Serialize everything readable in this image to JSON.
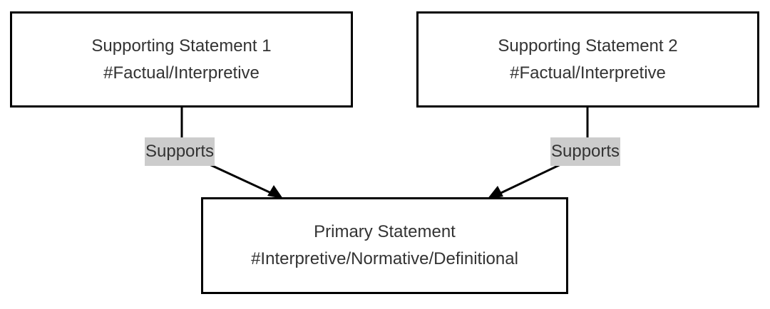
{
  "nodes": {
    "support1": {
      "title": "Supporting Statement 1",
      "tag": "#Factual/Interpretive"
    },
    "support2": {
      "title": "Supporting Statement 2",
      "tag": "#Factual/Interpretive"
    },
    "primary": {
      "title": "Primary Statement",
      "tag": "#Interpretive/Normative/Definitional"
    }
  },
  "edges": [
    {
      "from": "Supporting Statement 1",
      "to": "Primary Statement",
      "label": "Supports"
    },
    {
      "from": "Supporting Statement 2",
      "to": "Primary Statement",
      "label": "Supports"
    }
  ],
  "colors": {
    "border": "#000000",
    "text": "#333333",
    "label_bg": "#cccccc"
  }
}
